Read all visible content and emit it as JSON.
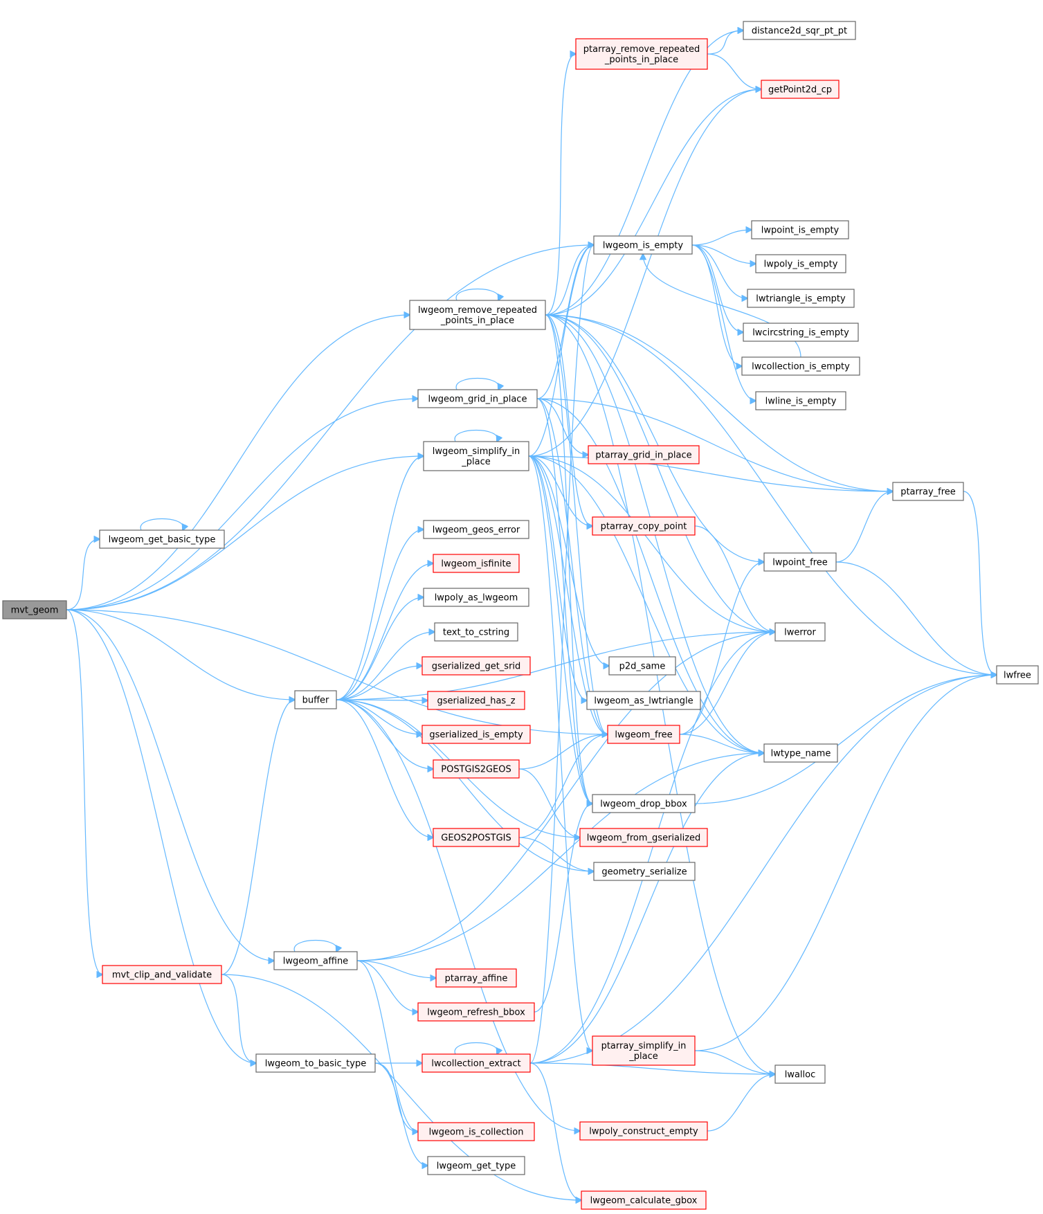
{
  "colors": {
    "edge": "#63b8ff",
    "node_fill": "#ffffff",
    "node_stroke": "#666666",
    "red_fill": "#fff0f0",
    "red_stroke": "#ff0000",
    "root_fill": "#999999",
    "root_stroke": "#666666"
  },
  "nodes": [
    {
      "id": "mvt_geom",
      "lines": [
        "mvt_geom"
      ],
      "style": "root"
    },
    {
      "id": "lwgeom_get_basic_type",
      "lines": [
        "lwgeom_get_basic_type"
      ],
      "style": "normal"
    },
    {
      "id": "mvt_clip_and_validate",
      "lines": [
        "mvt_clip_and_validate"
      ],
      "style": "red"
    },
    {
      "id": "lwgeom_remove_repeated_points_in_place",
      "lines": [
        "lwgeom_remove_repeated",
        "_points_in_place"
      ],
      "style": "normal"
    },
    {
      "id": "lwgeom_grid_in_place",
      "lines": [
        "lwgeom_grid_in_place"
      ],
      "style": "normal"
    },
    {
      "id": "lwgeom_simplify_in_place",
      "lines": [
        "lwgeom_simplify_in",
        "_place"
      ],
      "style": "normal"
    },
    {
      "id": "lwgeom_geos_error",
      "lines": [
        "lwgeom_geos_error"
      ],
      "style": "normal"
    },
    {
      "id": "lwgeom_isfinite",
      "lines": [
        "lwgeom_isfinite"
      ],
      "style": "red"
    },
    {
      "id": "lwpoly_as_lwgeom",
      "lines": [
        "lwpoly_as_lwgeom"
      ],
      "style": "normal"
    },
    {
      "id": "text_to_cstring",
      "lines": [
        "text_to_cstring"
      ],
      "style": "normal"
    },
    {
      "id": "gserialized_get_srid",
      "lines": [
        "gserialized_get_srid"
      ],
      "style": "red"
    },
    {
      "id": "gserialized_has_z",
      "lines": [
        "gserialized_has_z"
      ],
      "style": "red"
    },
    {
      "id": "gserialized_is_empty",
      "lines": [
        "gserialized_is_empty"
      ],
      "style": "red"
    },
    {
      "id": "POSTGIS2GEOS",
      "lines": [
        "POSTGIS2GEOS"
      ],
      "style": "red"
    },
    {
      "id": "GEOS2POSTGIS",
      "lines": [
        "GEOS2POSTGIS"
      ],
      "style": "red"
    },
    {
      "id": "buffer",
      "lines": [
        "buffer"
      ],
      "style": "normal"
    },
    {
      "id": "lwgeom_affine",
      "lines": [
        "lwgeom_affine"
      ],
      "style": "normal"
    },
    {
      "id": "ptarray_affine",
      "lines": [
        "ptarray_affine"
      ],
      "style": "red"
    },
    {
      "id": "lwgeom_refresh_bbox",
      "lines": [
        "lwgeom_refresh_bbox"
      ],
      "style": "red"
    },
    {
      "id": "lwgeom_to_basic_type",
      "lines": [
        "lwgeom_to_basic_type"
      ],
      "style": "normal"
    },
    {
      "id": "lwcollection_extract",
      "lines": [
        "lwcollection_extract"
      ],
      "style": "red"
    },
    {
      "id": "lwgeom_is_collection",
      "lines": [
        "lwgeom_is_collection"
      ],
      "style": "red"
    },
    {
      "id": "lwgeom_get_type",
      "lines": [
        "lwgeom_get_type"
      ],
      "style": "normal"
    },
    {
      "id": "ptarray_remove_repeated_points_in_place",
      "lines": [
        "ptarray_remove_repeated",
        "_points_in_place"
      ],
      "style": "red"
    },
    {
      "id": "lwgeom_is_empty",
      "lines": [
        "lwgeom_is_empty"
      ],
      "style": "normal"
    },
    {
      "id": "ptarray_grid_in_place",
      "lines": [
        "ptarray_grid_in_place"
      ],
      "style": "red"
    },
    {
      "id": "ptarray_copy_point",
      "lines": [
        "ptarray_copy_point"
      ],
      "style": "red"
    },
    {
      "id": "p2d_same",
      "lines": [
        "p2d_same"
      ],
      "style": "normal"
    },
    {
      "id": "lwgeom_as_lwtriangle",
      "lines": [
        "lwgeom_as_lwtriangle"
      ],
      "style": "normal"
    },
    {
      "id": "lwgeom_free",
      "lines": [
        "lwgeom_free"
      ],
      "style": "red"
    },
    {
      "id": "lwgeom_drop_bbox",
      "lines": [
        "lwgeom_drop_bbox"
      ],
      "style": "normal"
    },
    {
      "id": "lwgeom_from_gserialized",
      "lines": [
        "lwgeom_from_gserialized"
      ],
      "style": "red"
    },
    {
      "id": "geometry_serialize",
      "lines": [
        "geometry_serialize"
      ],
      "style": "normal"
    },
    {
      "id": "ptarray_simplify_in_place",
      "lines": [
        "ptarray_simplify_in",
        "_place"
      ],
      "style": "red"
    },
    {
      "id": "lwpoly_construct_empty",
      "lines": [
        "lwpoly_construct_empty"
      ],
      "style": "red"
    },
    {
      "id": "lwgeom_calculate_gbox",
      "lines": [
        "lwgeom_calculate_gbox"
      ],
      "style": "red"
    },
    {
      "id": "distance2d_sqr_pt_pt",
      "lines": [
        "distance2d_sqr_pt_pt"
      ],
      "style": "normal"
    },
    {
      "id": "getPoint2d_cp",
      "lines": [
        "getPoint2d_cp"
      ],
      "style": "red"
    },
    {
      "id": "lwpoint_is_empty",
      "lines": [
        "lwpoint_is_empty"
      ],
      "style": "normal"
    },
    {
      "id": "lwpoly_is_empty",
      "lines": [
        "lwpoly_is_empty"
      ],
      "style": "normal"
    },
    {
      "id": "lwtriangle_is_empty",
      "lines": [
        "lwtriangle_is_empty"
      ],
      "style": "normal"
    },
    {
      "id": "lwcircstring_is_empty",
      "lines": [
        "lwcircstring_is_empty"
      ],
      "style": "normal"
    },
    {
      "id": "lwcollection_is_empty",
      "lines": [
        "lwcollection_is_empty"
      ],
      "style": "normal"
    },
    {
      "id": "lwline_is_empty",
      "lines": [
        "lwline_is_empty"
      ],
      "style": "normal"
    },
    {
      "id": "ptarray_free",
      "lines": [
        "ptarray_free"
      ],
      "style": "normal"
    },
    {
      "id": "lwpoint_free",
      "lines": [
        "lwpoint_free"
      ],
      "style": "normal"
    },
    {
      "id": "lwerror",
      "lines": [
        "lwerror"
      ],
      "style": "normal"
    },
    {
      "id": "lwtype_name",
      "lines": [
        "lwtype_name"
      ],
      "style": "normal"
    },
    {
      "id": "lwalloc",
      "lines": [
        "lwalloc"
      ],
      "style": "normal"
    },
    {
      "id": "lwfree",
      "lines": [
        "lwfree"
      ],
      "style": "normal"
    }
  ],
  "edges": [
    [
      "mvt_geom",
      "lwgeom_get_basic_type"
    ],
    [
      "mvt_geom",
      "mvt_clip_and_validate"
    ],
    [
      "mvt_geom",
      "lwgeom_remove_repeated_points_in_place"
    ],
    [
      "mvt_geom",
      "lwgeom_grid_in_place"
    ],
    [
      "mvt_geom",
      "lwgeom_simplify_in_place"
    ],
    [
      "mvt_geom",
      "lwgeom_is_empty"
    ],
    [
      "mvt_geom",
      "buffer"
    ],
    [
      "mvt_geom",
      "lwgeom_affine"
    ],
    [
      "mvt_geom",
      "lwgeom_to_basic_type"
    ],
    [
      "mvt_geom",
      "lwgeom_free"
    ],
    [
      "lwgeom_get_basic_type",
      "lwgeom_get_basic_type"
    ],
    [
      "mvt_clip_and_validate",
      "buffer"
    ],
    [
      "mvt_clip_and_validate",
      "lwgeom_to_basic_type"
    ],
    [
      "mvt_clip_and_validate",
      "lwgeom_calculate_gbox"
    ],
    [
      "lwgeom_remove_repeated_points_in_place",
      "lwgeom_remove_repeated_points_in_place"
    ],
    [
      "lwgeom_remove_repeated_points_in_place",
      "ptarray_remove_repeated_points_in_place"
    ],
    [
      "lwgeom_remove_repeated_points_in_place",
      "distance2d_sqr_pt_pt"
    ],
    [
      "lwgeom_remove_repeated_points_in_place",
      "getPoint2d_cp"
    ],
    [
      "lwgeom_remove_repeated_points_in_place",
      "lwgeom_is_empty"
    ],
    [
      "lwgeom_remove_repeated_points_in_place",
      "lwfree"
    ],
    [
      "lwgeom_remove_repeated_points_in_place",
      "ptarray_free"
    ],
    [
      "lwgeom_remove_repeated_points_in_place",
      "lwpoint_free"
    ],
    [
      "lwgeom_remove_repeated_points_in_place",
      "ptarray_copy_point"
    ],
    [
      "lwgeom_remove_repeated_points_in_place",
      "lwgeom_free"
    ],
    [
      "lwgeom_remove_repeated_points_in_place",
      "lwgeom_drop_bbox"
    ],
    [
      "lwgeom_remove_repeated_points_in_place",
      "lwtype_name"
    ],
    [
      "lwgeom_remove_repeated_points_in_place",
      "lwalloc"
    ],
    [
      "lwgeom_remove_repeated_points_in_place",
      "lwerror"
    ],
    [
      "lwgeom_grid_in_place",
      "lwgeom_grid_in_place"
    ],
    [
      "lwgeom_grid_in_place",
      "lwgeom_is_empty"
    ],
    [
      "lwgeom_grid_in_place",
      "ptarray_grid_in_place"
    ],
    [
      "lwgeom_grid_in_place",
      "lwgeom_free"
    ],
    [
      "lwgeom_grid_in_place",
      "ptarray_free"
    ],
    [
      "lwgeom_grid_in_place",
      "lwtype_name"
    ],
    [
      "lwgeom_grid_in_place",
      "lwgeom_drop_bbox"
    ],
    [
      "lwgeom_simplify_in_place",
      "lwgeom_simplify_in_place"
    ],
    [
      "lwgeom_simplify_in_place",
      "lwgeom_is_empty"
    ],
    [
      "lwgeom_simplify_in_place",
      "getPoint2d_cp"
    ],
    [
      "lwgeom_simplify_in_place",
      "ptarray_free"
    ],
    [
      "lwgeom_simplify_in_place",
      "ptarray_copy_point"
    ],
    [
      "lwgeom_simplify_in_place",
      "p2d_same"
    ],
    [
      "lwgeom_simplify_in_place",
      "lwgeom_as_lwtriangle"
    ],
    [
      "lwgeom_simplify_in_place",
      "lwgeom_free"
    ],
    [
      "lwgeom_simplify_in_place",
      "lwgeom_drop_bbox"
    ],
    [
      "lwgeom_simplify_in_place",
      "lwtype_name"
    ],
    [
      "lwgeom_simplify_in_place",
      "ptarray_simplify_in_place"
    ],
    [
      "lwgeom_simplify_in_place",
      "lwerror"
    ],
    [
      "buffer",
      "lwgeom_simplify_in_place"
    ],
    [
      "buffer",
      "lwgeom_geos_error"
    ],
    [
      "buffer",
      "lwgeom_isfinite"
    ],
    [
      "buffer",
      "lwpoly_as_lwgeom"
    ],
    [
      "buffer",
      "text_to_cstring"
    ],
    [
      "buffer",
      "gserialized_get_srid"
    ],
    [
      "buffer",
      "gserialized_has_z"
    ],
    [
      "buffer",
      "gserialized_is_empty"
    ],
    [
      "buffer",
      "POSTGIS2GEOS"
    ],
    [
      "buffer",
      "GEOS2POSTGIS"
    ],
    [
      "buffer",
      "lwgeom_from_gserialized"
    ],
    [
      "buffer",
      "geometry_serialize"
    ],
    [
      "buffer",
      "lwpoly_construct_empty"
    ],
    [
      "buffer",
      "lwerror"
    ],
    [
      "POSTGIS2GEOS",
      "lwgeom_free"
    ],
    [
      "POSTGIS2GEOS",
      "lwgeom_from_gserialized"
    ],
    [
      "GEOS2POSTGIS",
      "lwgeom_free"
    ],
    [
      "GEOS2POSTGIS",
      "geometry_serialize"
    ],
    [
      "lwgeom_affine",
      "lwgeom_affine"
    ],
    [
      "lwgeom_affine",
      "ptarray_affine"
    ],
    [
      "lwgeom_affine",
      "lwgeom_refresh_bbox"
    ],
    [
      "lwgeom_affine",
      "lwgeom_is_collection"
    ],
    [
      "lwgeom_affine",
      "lwtype_name"
    ],
    [
      "lwgeom_affine",
      "lwerror"
    ],
    [
      "lwgeom_refresh_bbox",
      "lwgeom_drop_bbox"
    ],
    [
      "lwgeom_to_basic_type",
      "lwcollection_extract"
    ],
    [
      "lwgeom_to_basic_type",
      "lwgeom_is_collection"
    ],
    [
      "lwgeom_to_basic_type",
      "lwgeom_get_type"
    ],
    [
      "lwcollection_extract",
      "lwcollection_extract"
    ],
    [
      "lwcollection_extract",
      "lwgeom_is_empty"
    ],
    [
      "lwcollection_extract",
      "lwerror"
    ],
    [
      "lwcollection_extract",
      "lwtype_name"
    ],
    [
      "lwcollection_extract",
      "lwalloc"
    ],
    [
      "lwcollection_extract",
      "lwfree"
    ],
    [
      "lwcollection_extract",
      "lwgeom_calculate_gbox"
    ],
    [
      "ptarray_remove_repeated_points_in_place",
      "distance2d_sqr_pt_pt"
    ],
    [
      "ptarray_remove_repeated_points_in_place",
      "getPoint2d_cp"
    ],
    [
      "lwgeom_is_empty",
      "lwpoint_is_empty"
    ],
    [
      "lwgeom_is_empty",
      "lwpoly_is_empty"
    ],
    [
      "lwgeom_is_empty",
      "lwtriangle_is_empty"
    ],
    [
      "lwgeom_is_empty",
      "lwcircstring_is_empty"
    ],
    [
      "lwgeom_is_empty",
      "lwcollection_is_empty"
    ],
    [
      "lwgeom_is_empty",
      "lwline_is_empty"
    ],
    [
      "lwcollection_is_empty",
      "lwgeom_is_empty"
    ],
    [
      "ptarray_copy_point",
      "lwerror"
    ],
    [
      "lwgeom_free",
      "lwpoint_free"
    ],
    [
      "lwgeom_free",
      "lwtype_name"
    ],
    [
      "lwgeom_free",
      "lwerror"
    ],
    [
      "lwgeom_drop_bbox",
      "lwfree"
    ],
    [
      "lwpoint_free",
      "ptarray_free"
    ],
    [
      "lwpoint_free",
      "lwfree"
    ],
    [
      "ptarray_free",
      "lwfree"
    ],
    [
      "ptarray_simplify_in_place",
      "lwalloc"
    ],
    [
      "ptarray_simplify_in_place",
      "lwfree"
    ],
    [
      "lwpoly_construct_empty",
      "lwalloc"
    ]
  ]
}
